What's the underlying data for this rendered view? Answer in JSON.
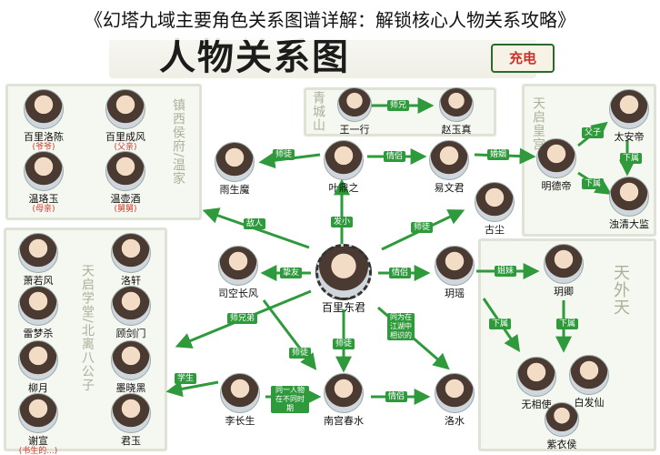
{
  "title": "《幻塔九域主要角色关系图谱详解：解锁核心人物关系攻略》",
  "banner": {
    "heading": "人物关系图",
    "logo": "充电"
  },
  "panels": {
    "zhenxi": "镇西侯府/温家",
    "qingchengshan": "青城山",
    "tianqi_palace": "天启皇宫",
    "tianqi_academy": "天启学堂/北离八公子",
    "tianwaitian": "天外天"
  },
  "characters": {
    "baili_luochen": {
      "name": "百里洛陈",
      "tag": "(爷爷)"
    },
    "baili_chengfeng": {
      "name": "百里成风",
      "tag": "(父亲)"
    },
    "wen_luoyu": {
      "name": "温珞玉",
      "tag": "(母亲)"
    },
    "wen_huju": {
      "name": "温壶酒",
      "tag": "(舅舅)"
    },
    "wang_yixing": {
      "name": "王一行"
    },
    "zhao_yuzhen": {
      "name": "赵玉真"
    },
    "taian_di": {
      "name": "太安帝"
    },
    "mingde_di": {
      "name": "明德帝"
    },
    "zhuoqing": {
      "name": "浊清大监"
    },
    "yu_shengmo": {
      "name": "雨生魔"
    },
    "ye_dingzhi": {
      "name": "叶鼎之"
    },
    "yi_wenjun": {
      "name": "易文君"
    },
    "gu_chen": {
      "name": "古尘"
    },
    "xiao_ruofeng": {
      "name": "萧若风"
    },
    "luo_xuan": {
      "name": "洛轩"
    },
    "lei_mengsha": {
      "name": "雷梦杀"
    },
    "gu_jianmen": {
      "name": "顾剑门"
    },
    "liu_yue": {
      "name": "柳月"
    },
    "mo_xiaohei": {
      "name": "墨晓黑"
    },
    "xie_xuan": {
      "name": "谢宣",
      "tag": "(书生的...)"
    },
    "jun_yu": {
      "name": "君玉"
    },
    "sikong_changfeng": {
      "name": "司空长风"
    },
    "baili_dongjun": {
      "name": "百里东君"
    },
    "yue_yao": {
      "name": "玥瑶"
    },
    "yue_qing": {
      "name": "玥卿"
    },
    "wuxiangshi": {
      "name": "无相使"
    },
    "baifaxian": {
      "name": "白发仙"
    },
    "ziyishi": {
      "name": "紫衣侯"
    },
    "li_changsheng": {
      "name": "李长生"
    },
    "nangong_chunshui": {
      "name": "南宫春水"
    },
    "luo_shui": {
      "name": "洛水"
    }
  },
  "relations": {
    "fan_xiong": "师兄",
    "ye_yu": "师徒",
    "ye_yi_qing": "情侣",
    "yi_mingde": "婚姻",
    "mingde_taian": "父子",
    "taian_zhuoqing": "下属",
    "mingde_zhuoqing": "下属",
    "center_ye": "发小",
    "center_gu": "师徒",
    "center_yu": "敌人",
    "center_sikong": "挚友",
    "center_yueyao": "情侣",
    "center_academy": "师兄弟",
    "center_nangong": "师徒",
    "center_luoshui": "同为在江湖中相识的",
    "li_academy": "学生",
    "li_nangong": "同一人物在不同时期",
    "nangong_luoshui": "情侣",
    "sikong_academy": "师徒",
    "yueyao_yueqing": "姐妹",
    "yueqing_baifa": "下属",
    "yueyao_wuxiang": "下属"
  }
}
